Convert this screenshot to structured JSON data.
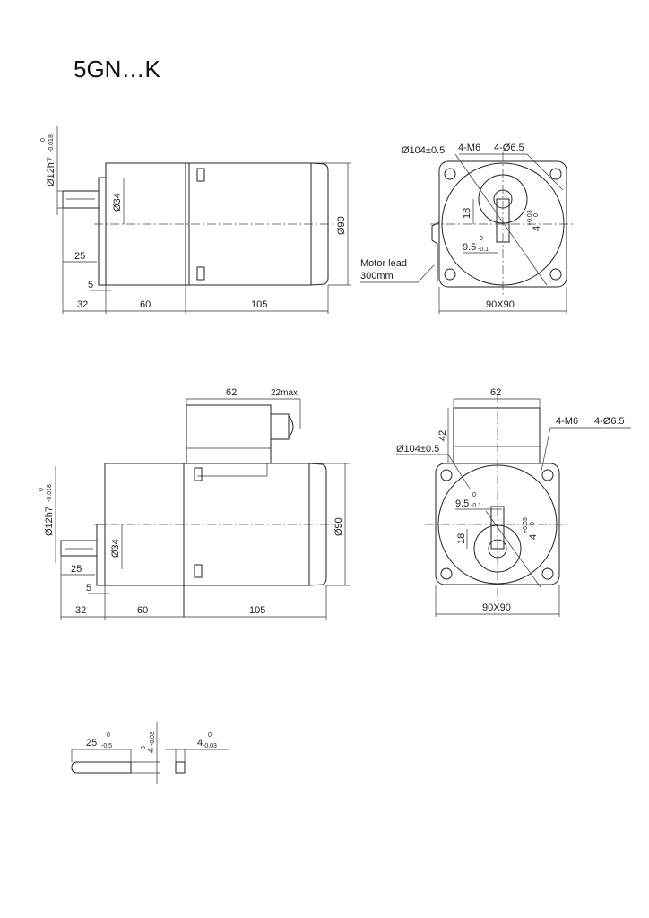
{
  "title": "5GN…K",
  "view_top": {
    "shaft_dia": "Ø12h7",
    "shaft_tol_upper": "0",
    "shaft_tol_lower": "-0.018",
    "boss_dia": "Ø34",
    "body_dia": "Ø90",
    "shaft_len": "25",
    "step": "5",
    "dim_a": "32",
    "dim_b": "60",
    "dim_c": "105"
  },
  "front_top": {
    "pcd": "Ø104±0.5",
    "tap": "4-M6",
    "hole": "4-Ø6.5",
    "key_height": "18",
    "key_width": "4",
    "key_width_tol_upper": "+0.03",
    "key_width_tol_lower": "0",
    "key_depth": "9.5",
    "key_depth_tol_upper": "0",
    "key_depth_tol_lower": "-0.1",
    "lead_label_1": "Motor lead",
    "lead_label_2": "300mm",
    "size": "90X90"
  },
  "view_bottom": {
    "box_len": "62",
    "gland": "22max",
    "shaft_dia": "Ø12h7",
    "shaft_tol_upper": "0",
    "shaft_tol_lower": "-0.018",
    "boss_dia": "Ø34",
    "body_dia": "Ø90",
    "shaft_len": "25",
    "step": "5",
    "dim_a": "32",
    "dim_b": "60",
    "dim_c": "105"
  },
  "front_bottom": {
    "box_width": "62",
    "box_height": "42",
    "pcd": "Ø104±0.5",
    "tap": "4-M6",
    "hole": "4-Ø6.5",
    "key_depth": "9.5",
    "key_depth_tol_upper": "0",
    "key_depth_tol_lower": "-0.1",
    "key_height": "18",
    "key_width": "4",
    "key_width_tol_upper": "+0.03",
    "key_width_tol_lower": "0",
    "size": "90X90"
  },
  "key": {
    "length": "25",
    "length_tol_upper": "0",
    "length_tol_lower": "-0.5",
    "height": "4",
    "height_tol_upper": "0",
    "height_tol_lower": "-0.03",
    "width": "4",
    "width_tol_upper": "0",
    "width_tol_lower": "-0.03"
  }
}
